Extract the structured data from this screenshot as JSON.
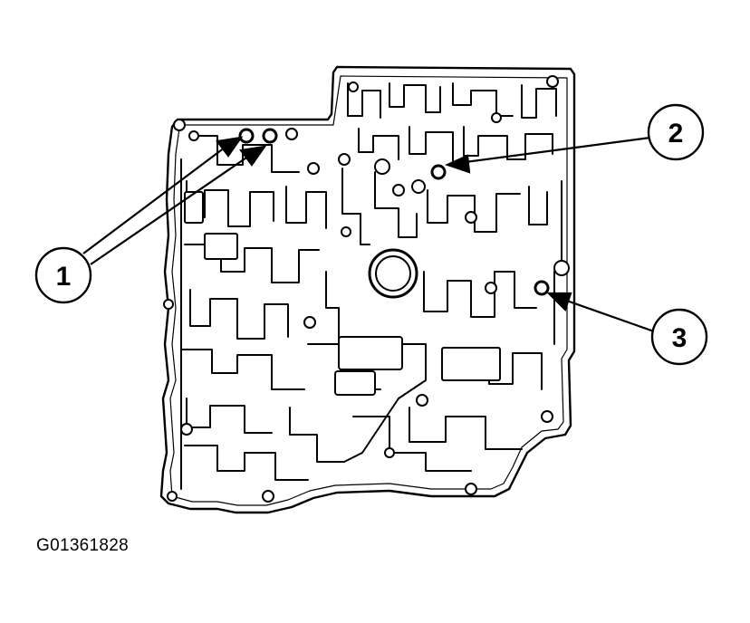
{
  "figure_id": "G01361828",
  "callouts": [
    {
      "label": "1"
    },
    {
      "label": "2"
    },
    {
      "label": "3"
    }
  ],
  "colors": {
    "line": "#000000",
    "background": "#ffffff"
  }
}
